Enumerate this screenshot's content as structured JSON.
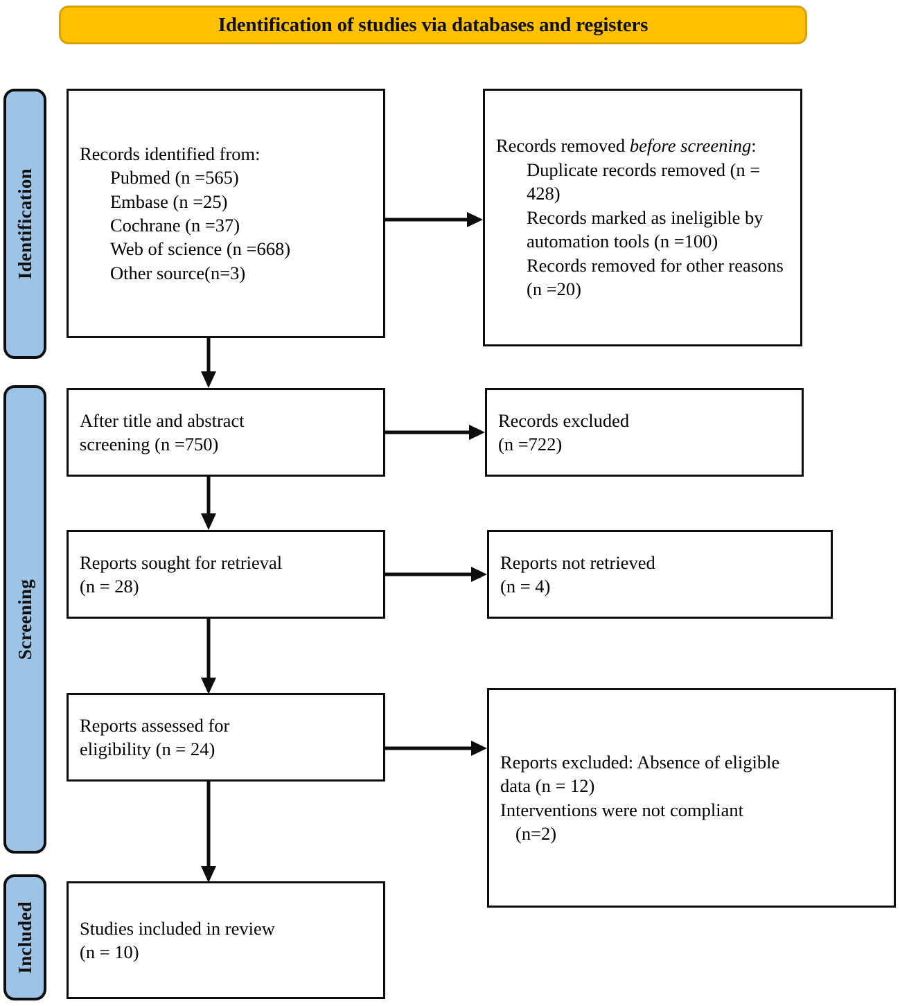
{
  "banner": {
    "title": "Identification of studies via databases and registers",
    "fill": "#FFC000",
    "border": "#D9A106"
  },
  "rails": {
    "fill": "#9DC3E6",
    "border": "#0d0d0d",
    "items": [
      {
        "label": "Identification"
      },
      {
        "label": "Screening"
      },
      {
        "label": "Included"
      }
    ]
  },
  "boxes": {
    "identified": {
      "heading": "Records identified from:",
      "lines": [
        "Pubmed (n =565)",
        "Embase (n =25)",
        "Cochrane (n =37)",
        "Web of science (n =668)",
        "Other source(n=3)"
      ]
    },
    "removed_before": {
      "heading_lead": "Records removed ",
      "heading_italic": "before screening",
      "heading_tail": ":",
      "lines": [
        "Duplicate records removed (n = 428)",
        "Records marked as ineligible by automation tools (n =100)",
        "Records removed for other reasons (n =20)"
      ]
    },
    "after_title": {
      "line1": "After title and abstract",
      "line2": "screening (n =750)"
    },
    "excluded": {
      "line1": "Records excluded",
      "line2": "(n =722)"
    },
    "sought": {
      "line1": "Reports sought for retrieval",
      "line2": "(n = 28)"
    },
    "not_retrieved": {
      "line1": "Reports not retrieved",
      "line2": "(n = 4)"
    },
    "assessed": {
      "line1": "Reports assessed for",
      "line2": "eligibility (n = 24)"
    },
    "reports_excluded": {
      "line1": "Reports excluded: Absence of eligible",
      "line2": "data (n = 12)",
      "line3": "Interventions were not compliant",
      "line4": "(n=2)"
    },
    "included": {
      "line1": "Studies included in review",
      "line2": "(n = 10)"
    }
  },
  "connectors": {
    "stroke": "#0d0d0d",
    "items": [
      {
        "name": "identified-to-removed-before",
        "direction": "right"
      },
      {
        "name": "identified-to-after-title",
        "direction": "down"
      },
      {
        "name": "after-title-to-excluded",
        "direction": "right"
      },
      {
        "name": "after-title-to-sought",
        "direction": "down"
      },
      {
        "name": "sought-to-not-retrieved",
        "direction": "right"
      },
      {
        "name": "sought-to-assessed",
        "direction": "down"
      },
      {
        "name": "assessed-to-reports-excluded",
        "direction": "right"
      },
      {
        "name": "assessed-to-included",
        "direction": "down"
      }
    ]
  }
}
